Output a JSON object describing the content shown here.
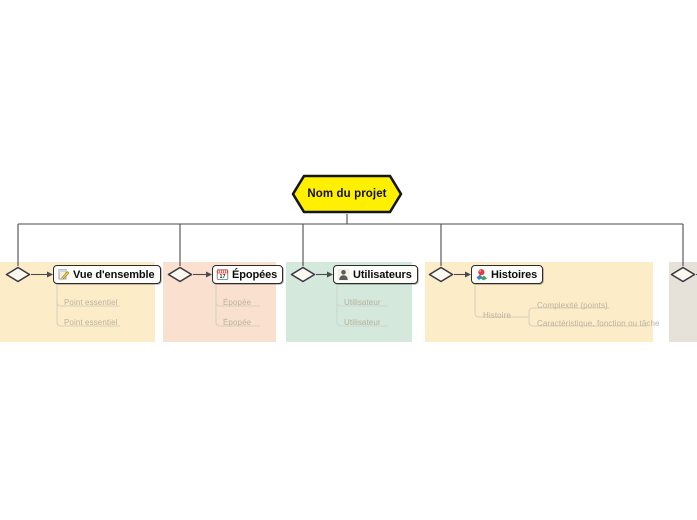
{
  "diagram": {
    "type": "mind-map",
    "title_node": {
      "label": "Nom du projet",
      "shape": "hexagon",
      "fill": "#FFF000",
      "border": "#1a1a1a"
    },
    "branches": [
      {
        "id": "vue-densemble",
        "label": "Vue d'ensemble",
        "icon": "note-pencil-icon",
        "lane_color": "#fdecc8",
        "children": [
          {
            "label": "Point essentiel"
          },
          {
            "label": "Point essentiel"
          }
        ]
      },
      {
        "id": "epopees",
        "label": "Épopées",
        "icon": "calendar-icon",
        "icon_day": "17",
        "lane_color": "#fae0cf",
        "children": [
          {
            "label": "Épopée"
          },
          {
            "label": "Épopée"
          }
        ]
      },
      {
        "id": "utilisateurs",
        "label": "Utilisateurs",
        "icon": "user-icon",
        "lane_color": "#d4e8dc",
        "children": [
          {
            "label": "Utilisateur"
          },
          {
            "label": "Utilisateur"
          }
        ]
      },
      {
        "id": "histoires",
        "label": "Histoires",
        "icon": "flower-icon",
        "lane_color": "#fdecc8",
        "children": [
          {
            "label": "Histoire",
            "children": [
              {
                "label": "Complexité (points)"
              },
              {
                "label": "Caractéristique, fonction ou tâche"
              }
            ]
          }
        ]
      },
      {
        "id": "clipped-branch",
        "label": "",
        "icon": "",
        "lane_color": "#e6e2da",
        "children": []
      }
    ]
  },
  "colors": {
    "background": "#ffffff",
    "connector": "#4a4a52",
    "node_border": "#2b2b2b",
    "node_fill": "#fdfdfb",
    "sub_text": "#b9b39f",
    "sub_line": "#d8d1bd"
  }
}
